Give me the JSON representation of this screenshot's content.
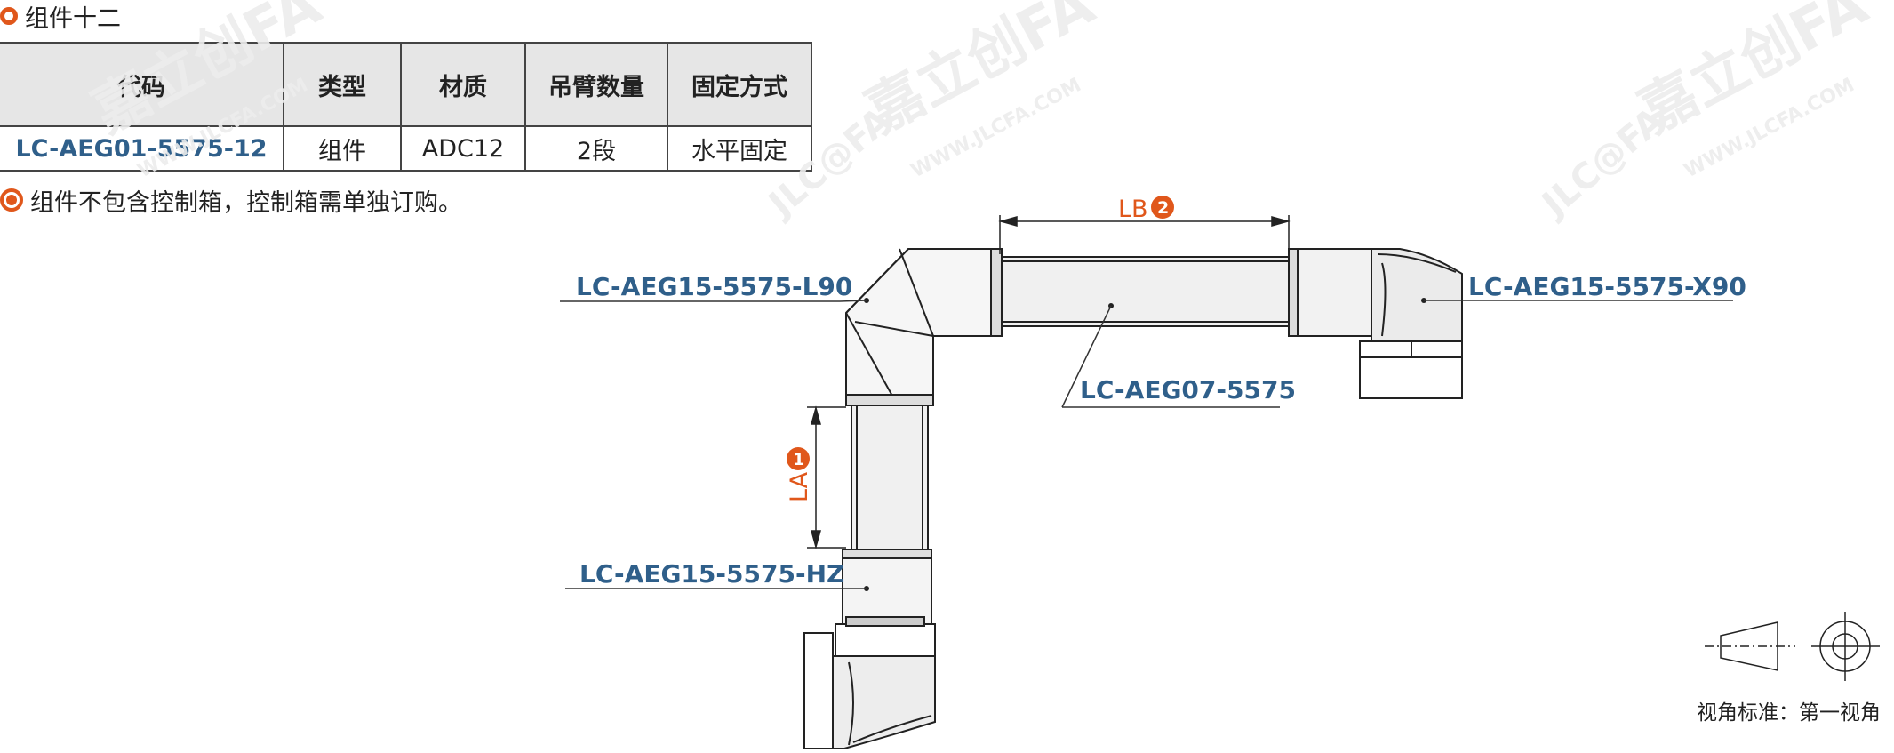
{
  "section": {
    "title": "组件十二"
  },
  "table": {
    "headers": [
      "代码",
      "类型",
      "材质",
      "吊臂数量",
      "固定方式"
    ],
    "row": [
      "LC-AEG01-5575-12",
      "组件",
      "ADC12",
      "2段",
      "水平固定"
    ]
  },
  "note": "组件不包含控制箱，控制箱需单独订购。",
  "labels": {
    "l90": "LC-AEG15-5575-L90",
    "x90": "LC-AEG15-5575-X90",
    "aeg07": "LC-AEG07-5575",
    "hz": "LC-AEG15-5575-HZ"
  },
  "dims": {
    "lb": "LB",
    "lb_badge": "2",
    "la": "LA",
    "la_badge": "1"
  },
  "view_standard": "视角标准：第一视角",
  "watermark": {
    "brand": "嘉立创FA",
    "url": "WWW.JLCFA.COM",
    "logo": "JLC@FA"
  },
  "colors": {
    "accent": "#e0571b",
    "label_blue": "#2f5f8a"
  }
}
